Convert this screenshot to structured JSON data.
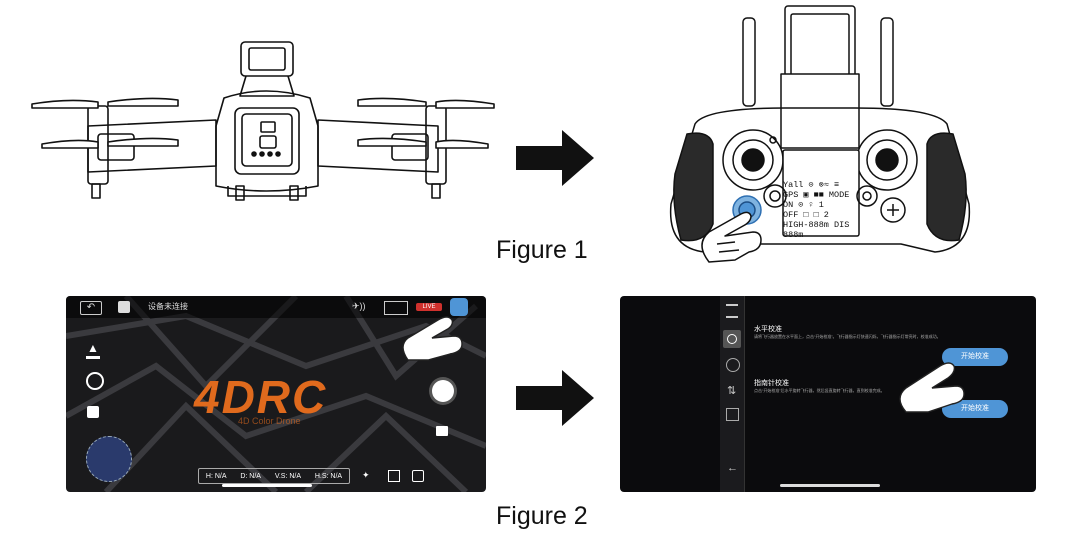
{
  "captions": {
    "figure1": "Figure 1",
    "figure2": "Figure 2"
  },
  "remote": {
    "lcd_lines": [
      "Yall  ⊙  ⊗≈  ≡",
      "GPS  ▣  ■■  MODE",
      "ON   ⊙   ♀    1",
      "OFF  □  □  2",
      "HIGH-888m  DIS 888m"
    ]
  },
  "app_screen": {
    "status_text": "设备未连接",
    "logo_text": "4DRC",
    "logo_sub": "4D Color Drone",
    "telemetry": [
      "H: N/A",
      "D: N/A",
      "V.S: N/A",
      "H.S: N/A"
    ],
    "live_label": "LIVE"
  },
  "calib_screen": {
    "section1_title": "水平校准",
    "section1_desc": "请将飞行器放置在水平面上，点击“开始校准”。飞行器指示灯快速闪烁，飞行器指示灯常亮时，校准成功。",
    "section1_button": "开始校准",
    "section2_title": "指南针校准",
    "section2_desc": "点击“开始校准”后水平旋转飞行器，然后竖直旋转飞行器，直到校准完成。",
    "section2_button": "开始校准"
  },
  "colors": {
    "accent_blue": "#4f95d6",
    "logo_orange": "#e06a1d",
    "record_red": "#d0312d"
  }
}
